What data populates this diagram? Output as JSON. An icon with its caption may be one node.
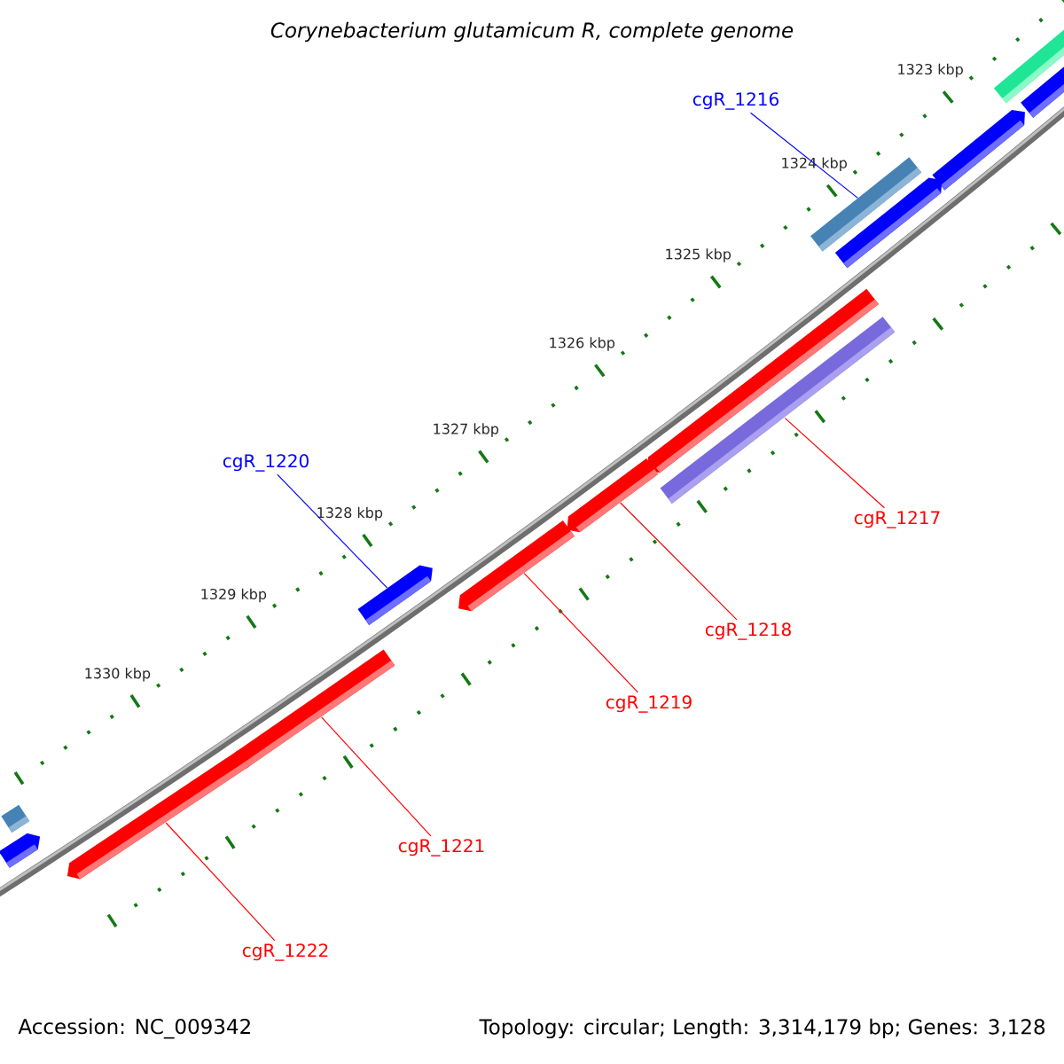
{
  "diagram": {
    "title": "Corynebacterium glutamicum R, complete genome",
    "nodes": [
      {
        "text": [],
        "shape": "bar"
      },
      {
        "text": [],
        "shape": "bar"
      },
      {
        "text": [
          "cgR_1216"
        ]
      },
      {
        "text": [],
        "shape": "bar"
      },
      {
        "text": [],
        "shape": "bar"
      },
      {
        "text": [],
        "shape": "bar"
      },
      {
        "text": [],
        "shape": "bar"
      },
      {
        "text": [],
        "shape": "bar"
      },
      {
        "text": [
          "cgR_1220"
        ]
      },
      {
        "text": [],
        "shape": "bar"
      },
      {
        "text": [],
        "shape": "bar"
      },
      {
        "text": [],
        "shape": "bar"
      },
      {
        "text": [
          "cgR_1217"
        ]
      },
      {
        "text": [
          "cgR_1218"
        ]
      },
      {
        "text": [],
        "shape": "bar"
      },
      {
        "text": [
          "cgR_1219"
        ]
      },
      {
        "text": [],
        "shape": "bar"
      },
      {
        "text": [],
        "shape": "bar"
      },
      {
        "text": [],
        "shape": "bar"
      },
      {
        "text": [
          "cgR_1221"
        ]
      },
      {
        "text": [
          "cgR_1222"
        ]
      }
    ],
    "edges": [
      {
        "from": 2,
        "to": 4,
        "arrow": "none",
        "color": "#0000ff"
      },
      {
        "from": 8,
        "to": 11,
        "arrow": "none",
        "color": "#0000ff"
      },
      {
        "from": 12,
        "to": 7,
        "arrow": "none"
      },
      {
        "from": 13,
        "to": 9,
        "arrow": "none"
      },
      {
        "from": 15,
        "to": 10,
        "arrow": "none"
      },
      {
        "from": 19,
        "to": 14,
        "arrow": "none"
      },
      {
        "from": 20,
        "to": 18,
        "arrow": "none"
      }
    ],
    "labels": [
      "1323 kbp",
      "1324 kbp",
      "1325 kbp",
      "1326 kbp",
      "1327 kbp",
      "1328 kbp",
      "1329 kbp",
      "1330 kbp",
      "Accession: NC_009342",
      "Topology: circular; Length: 3,314,179 bp; Genes: 3,128"
    ]
  }
}
